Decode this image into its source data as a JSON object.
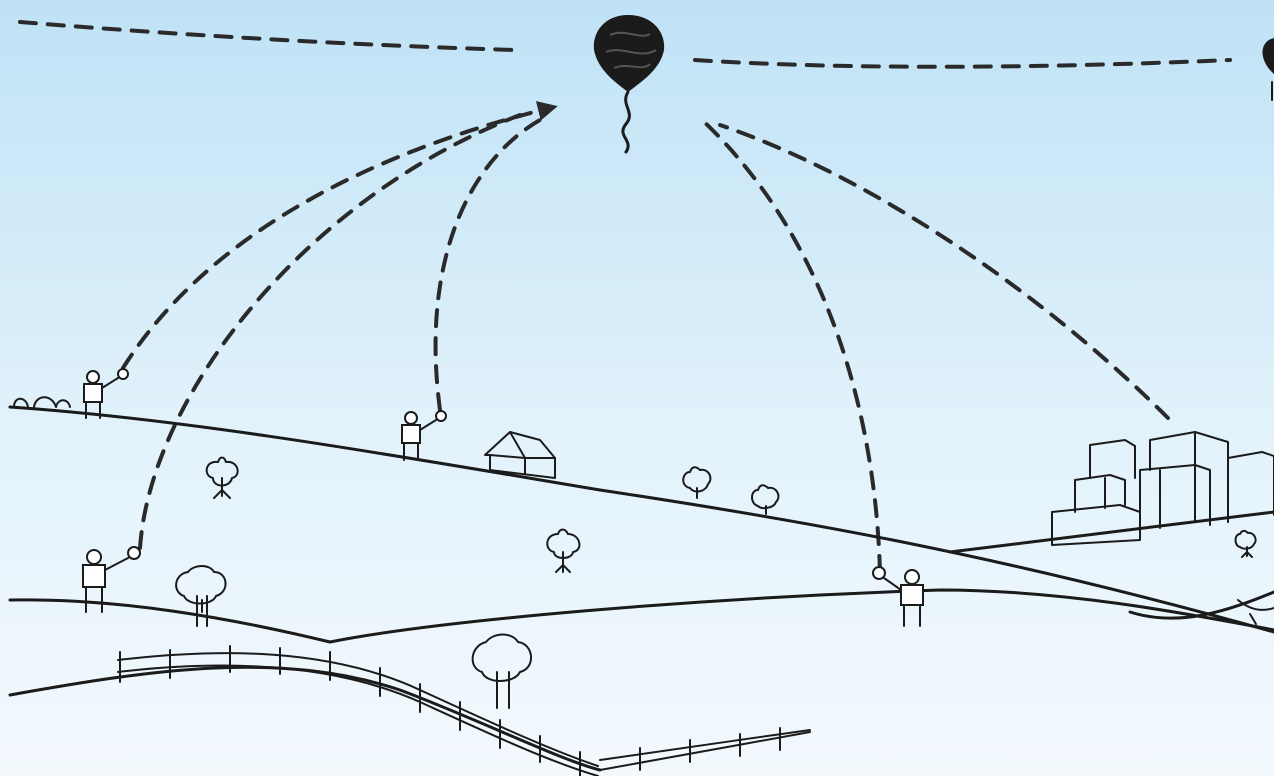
{
  "scene": {
    "colors": {
      "sky_top": "#bfe2f6",
      "sky_bottom": "#f3f9fd",
      "ink": "#1b1b1b"
    },
    "elements": {
      "balloon": "main-balloon",
      "second_balloon": "partial-balloon-right",
      "people": [
        "person-far-left",
        "person-center-hill",
        "person-lower-left",
        "person-lower-right"
      ],
      "buildings": [
        "house",
        "city-buildings"
      ],
      "trees": [
        "tree-1",
        "tree-2",
        "tree-3",
        "tree-4",
        "tree-5",
        "tree-6",
        "tree-7",
        "tree-8"
      ]
    }
  }
}
